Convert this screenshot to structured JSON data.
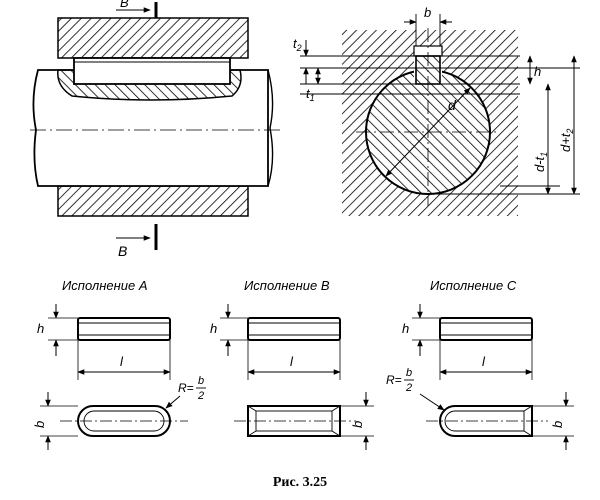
{
  "figure": {
    "caption": "Рис. 3.25",
    "section_mark": "В",
    "labels": {
      "b": "b",
      "t1": "t",
      "t1_sub": "1",
      "t2": "t",
      "t2_sub": "2",
      "h": "h",
      "d": "d",
      "d_minus_t1": "d-t",
      "d_minus_t1_sub": "1",
      "d_plus_t2": "d+t",
      "d_plus_t2_sub": "2",
      "l": "l",
      "radius_prefix": "R=",
      "radius_num": "b",
      "radius_den": "2"
    },
    "variants": [
      {
        "title": "Исполнение A"
      },
      {
        "title": "Исполнение B"
      },
      {
        "title": "Исполнение C"
      }
    ]
  }
}
